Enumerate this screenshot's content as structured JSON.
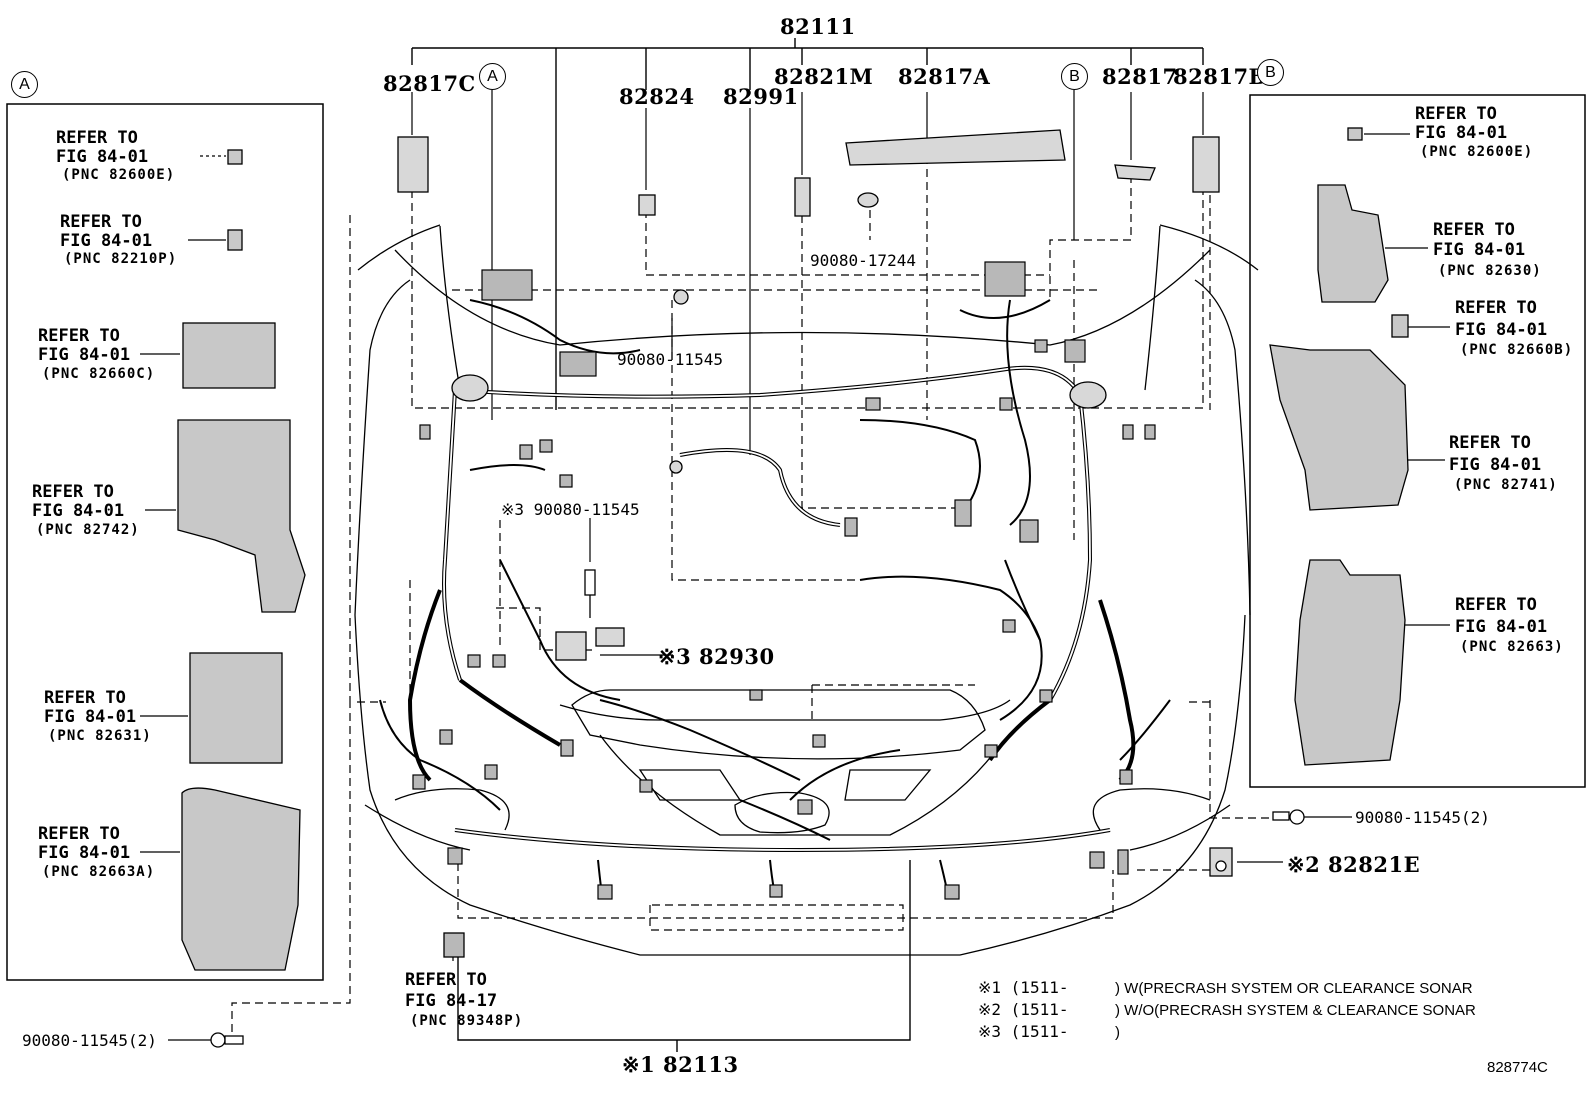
{
  "diagram": {
    "main_part": "82111",
    "top_callouts": {
      "p82817c": "82817C",
      "p82824": "82824",
      "p82991": "82991",
      "p82821m": "82821M",
      "p82817a": "82817A",
      "p82817": "82817",
      "p82817b": "82817B"
    },
    "circles": {
      "a": "A",
      "b": "B"
    },
    "mid_callouts": {
      "bolt_17244": "90080-17244",
      "bolt_11545_center": "90080-11545",
      "mark3_bolt": "※3 90080-11545",
      "mark3_82930": "※3 82930",
      "bolt_11545_right": "90080-11545(2)",
      "mark2_82821e": "※2 82821E",
      "bolt_11545_left": "90080-11545(2)",
      "mark1_82113": "※1 82113"
    },
    "bottom_ref": {
      "line1": "REFER TO",
      "line2": "FIG 84-17",
      "pnc": "(PNC 89348P)"
    },
    "notes": [
      {
        "mark": "※1 (1511-",
        "text": ") W(PRECRASH SYSTEM OR CLEARANCE SONAR"
      },
      {
        "mark": "※2 (1511-",
        "text": ") W/O(PRECRASH SYSTEM & CLEARANCE SONAR"
      },
      {
        "mark": "※3 (1511-",
        "text": ")"
      }
    ],
    "figure_id": "828774C"
  },
  "panel_a": {
    "items": [
      {
        "line1": "REFER TO",
        "line2": "FIG 84-01",
        "pnc": "(PNC 82600E)"
      },
      {
        "line1": "REFER TO",
        "line2": "FIG 84-01",
        "pnc": "(PNC 82210P)"
      },
      {
        "line1": "REFER TO",
        "line2": "FIG 84-01",
        "pnc": "(PNC 82660C)"
      },
      {
        "line1": "REFER TO",
        "line2": "FIG 84-01",
        "pnc": "(PNC 82742)"
      },
      {
        "line1": "REFER TO",
        "line2": "FIG 84-01",
        "pnc": "(PNC 82631)"
      },
      {
        "line1": "REFER TO",
        "line2": "FIG 84-01",
        "pnc": "(PNC 82663A)"
      }
    ]
  },
  "panel_b": {
    "items": [
      {
        "line1": "REFER TO",
        "line2": "FIG 84-01",
        "pnc": "(PNC 82600E)"
      },
      {
        "line1": "REFER TO",
        "line2": "FIG 84-01",
        "pnc": "(PNC 82630)"
      },
      {
        "line1": "REFER TO",
        "line2": "FIG 84-01",
        "pnc": "(PNC 82660B)"
      },
      {
        "line1": "REFER TO",
        "line2": "FIG 84-01",
        "pnc": "(PNC 82741)"
      },
      {
        "line1": "REFER TO",
        "line2": "FIG 84-01",
        "pnc": "(PNC 82663)"
      }
    ]
  }
}
